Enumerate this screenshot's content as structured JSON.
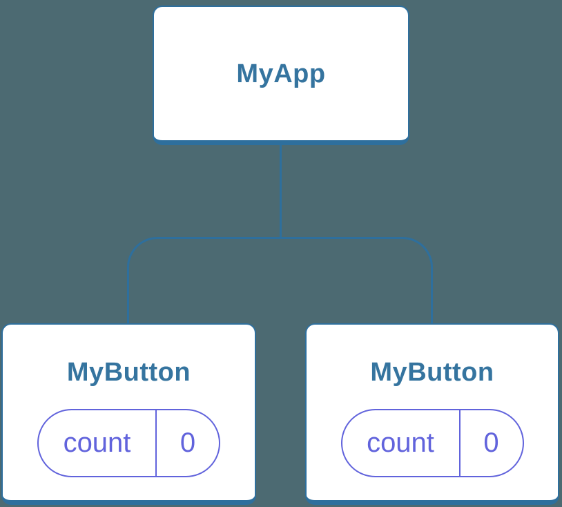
{
  "colors": {
    "bg": "#4C6A72",
    "line": "#2E6F9D",
    "text-blue": "#35749F",
    "purple": "#6163DC"
  },
  "tree": {
    "root": {
      "label": "MyApp"
    },
    "children": [
      {
        "label": "MyButton",
        "state": {
          "key": "count",
          "value": "0"
        }
      },
      {
        "label": "MyButton",
        "state": {
          "key": "count",
          "value": "0"
        }
      }
    ]
  }
}
